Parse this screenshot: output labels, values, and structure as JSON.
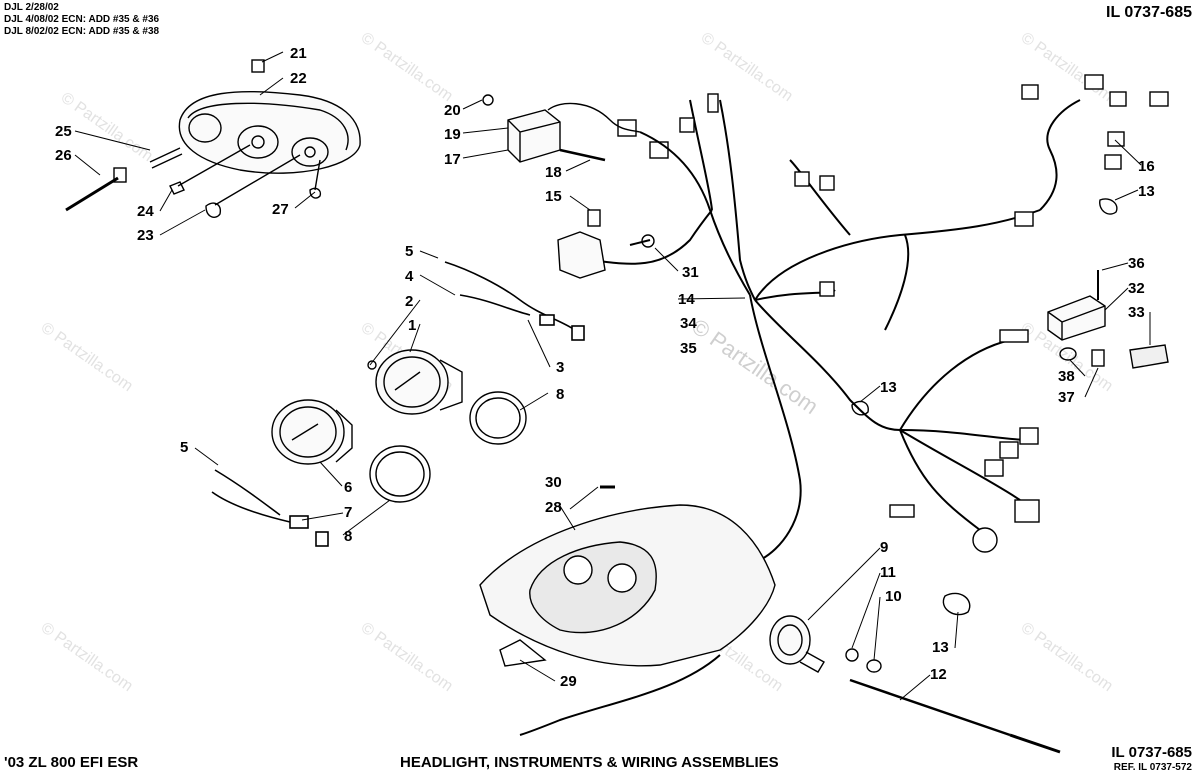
{
  "header": {
    "revisions": [
      "DJL 2/28/02",
      "DJL 4/08/02 ECN: ADD #35 & #36",
      "DJL 8/02/02 ECN: ADD #35 & #38"
    ],
    "illustration_id_top": "IL 0737-685"
  },
  "footer": {
    "model": "'03 ZL 800 EFI ESR",
    "title": "HEADLIGHT, INSTRUMENTS & WIRING ASSEMBLIES",
    "illustration_id_bottom": "IL 0737-685",
    "reference": "REF. IL 0737-572"
  },
  "watermark": {
    "text": "© Partzilla.com",
    "center_text": "© Partzilla.com"
  },
  "callouts": [
    "1",
    "2",
    "3",
    "4",
    "5",
    "5",
    "6",
    "7",
    "8",
    "8",
    "9",
    "10",
    "11",
    "12",
    "13",
    "13",
    "13",
    "14",
    "15",
    "16",
    "17",
    "18",
    "19",
    "20",
    "21",
    "22",
    "23",
    "24",
    "25",
    "26",
    "27",
    "28",
    "29",
    "30",
    "31",
    "32",
    "33",
    "34",
    "35",
    "36",
    "37",
    "38"
  ]
}
